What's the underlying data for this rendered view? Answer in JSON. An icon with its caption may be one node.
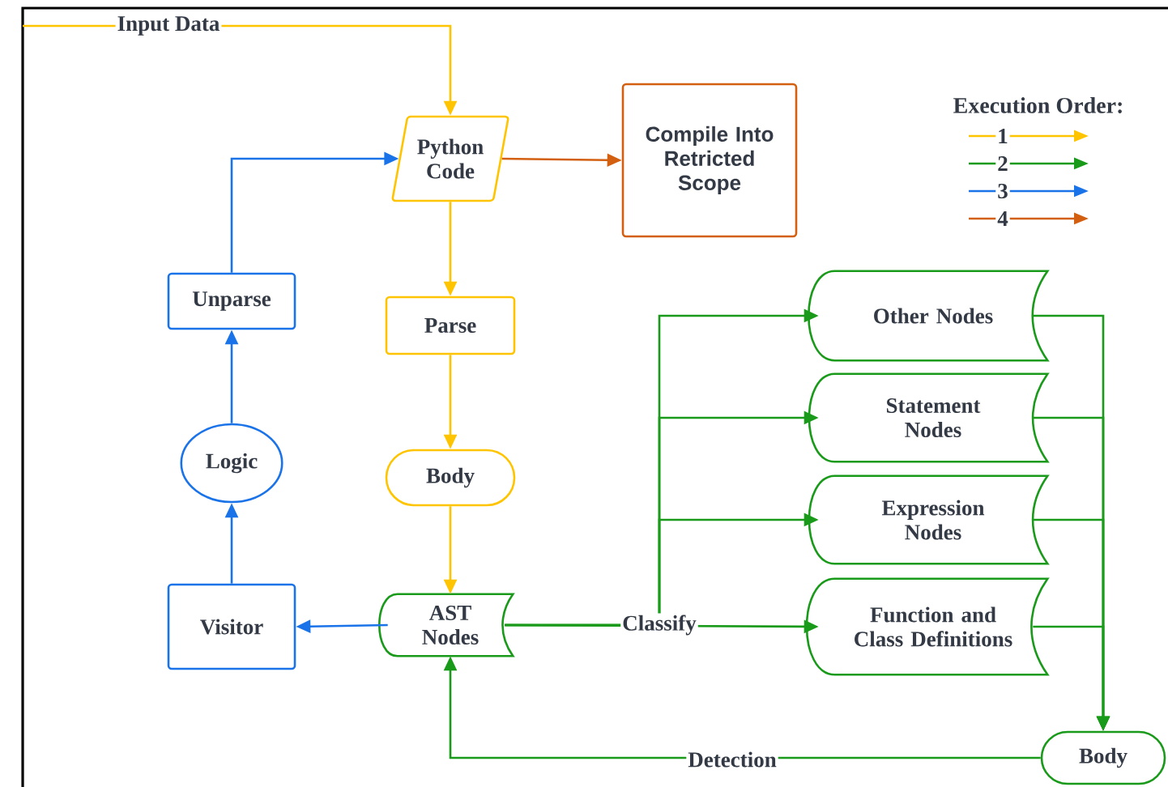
{
  "diagram": {
    "nodes": [
      {
        "text": [
          "Python Code"
        ]
      },
      {
        "text": [
          "Compile Into Retricted Scope"
        ]
      },
      {
        "text": [
          "Unparse"
        ]
      },
      {
        "text": [
          "Parse"
        ]
      },
      {
        "text": [
          "Logic"
        ]
      },
      {
        "text": [
          "Body"
        ]
      },
      {
        "text": [
          "AST Nodes"
        ]
      },
      {
        "text": [
          "Visitor"
        ]
      },
      {
        "text": [
          "Other Nodes"
        ]
      },
      {
        "text": [
          "Statement Nodes"
        ]
      },
      {
        "text": [
          "Expression Nodes"
        ]
      },
      {
        "text": [
          "Function and Class Definitions"
        ]
      },
      {
        "text": [
          "Body"
        ]
      }
    ],
    "edges": [
      {
        "from": null,
        "to": 0,
        "arrow": "to",
        "label": "Input Data",
        "color": "#ffc400"
      },
      {
        "from": 0,
        "to": 1,
        "arrow": "to",
        "color": "#d35f10"
      },
      {
        "from": 0,
        "to": 3,
        "arrow": "to",
        "color": "#ffc400"
      },
      {
        "from": 3,
        "to": 5,
        "arrow": "to",
        "color": "#ffc400"
      },
      {
        "from": 5,
        "to": 6,
        "arrow": "to",
        "color": "#ffc400"
      },
      {
        "from": 6,
        "to": 7,
        "arrow": "to",
        "color": "#1a73e8"
      },
      {
        "from": 7,
        "to": 4,
        "arrow": "to",
        "color": "#1a73e8"
      },
      {
        "from": 4,
        "to": 2,
        "arrow": "to",
        "color": "#1a73e8"
      },
      {
        "from": 2,
        "to": 0,
        "arrow": "to",
        "color": "#1a73e8"
      },
      {
        "from": 6,
        "to": 8,
        "arrow": "to"
      },
      {
        "from": 6,
        "to": 9,
        "arrow": "to"
      },
      {
        "from": 6,
        "to": 10,
        "arrow": "to"
      },
      {
        "from": 6,
        "to": 11,
        "arrow": "to",
        "label": "Classify"
      },
      {
        "from": 8,
        "to": 12,
        "arrow": "to"
      },
      {
        "from": 9,
        "to": 12,
        "arrow": "to"
      },
      {
        "from": 10,
        "to": 12,
        "arrow": "to"
      },
      {
        "from": 11,
        "to": 12,
        "arrow": "to"
      },
      {
        "from": 12,
        "to": 6,
        "arrow": "to",
        "label": "Detection"
      }
    ],
    "labels": [
      "Execution Order:"
    ],
    "legend": [
      {
        "text": "1",
        "color": "#ffc400"
      },
      {
        "text": "2",
        "color": "#1a9a1a"
      },
      {
        "text": "3",
        "color": "#1a73e8"
      },
      {
        "text": "4",
        "color": "#d35f10"
      }
    ]
  }
}
